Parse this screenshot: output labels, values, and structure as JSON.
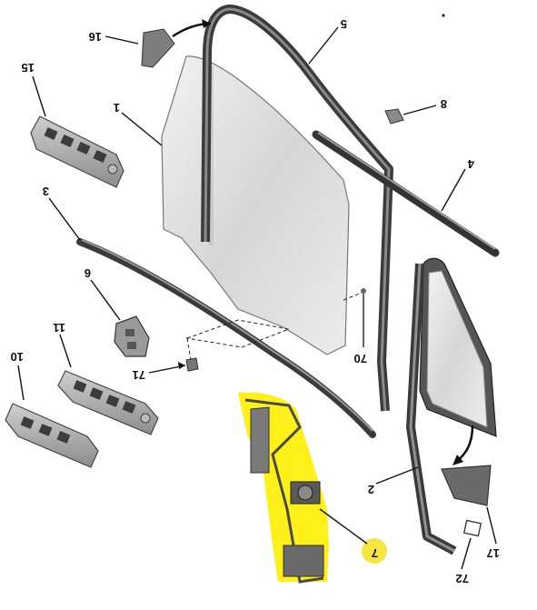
{
  "parts": [
    {
      "id": "p16",
      "label": "16"
    },
    {
      "id": "p5",
      "label": "5"
    },
    {
      "id": "p15",
      "label": "15"
    },
    {
      "id": "p1",
      "label": "1"
    },
    {
      "id": "p8",
      "label": "8"
    },
    {
      "id": "p4",
      "label": "4"
    },
    {
      "id": "p3",
      "label": "3"
    },
    {
      "id": "p11",
      "label": "11"
    },
    {
      "id": "p6",
      "label": "6"
    },
    {
      "id": "p70",
      "label": "70"
    },
    {
      "id": "p71",
      "label": "71"
    },
    {
      "id": "p10",
      "label": "10"
    },
    {
      "id": "p2",
      "label": "2"
    },
    {
      "id": "p7",
      "label": "7"
    },
    {
      "id": "p17",
      "label": "17"
    },
    {
      "id": "p72",
      "label": "72"
    }
  ],
  "colors": {
    "highlight": "#ffee00",
    "highlight_callout": "#f5e642",
    "metal_dark": "#555555",
    "glass": "#d8d8d8"
  }
}
